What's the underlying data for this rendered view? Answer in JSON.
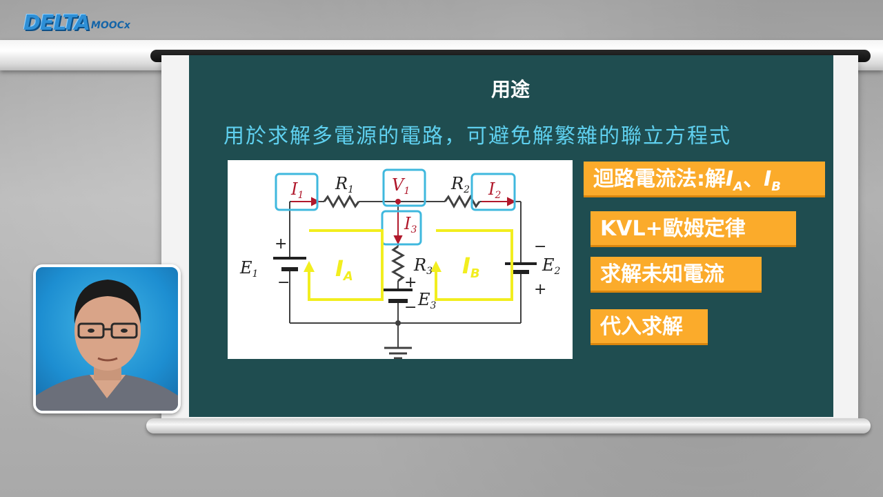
{
  "brand": {
    "logo_main": "DELTA",
    "logo_sub": "MOOCx"
  },
  "slide": {
    "title": "用途",
    "subtitle": "用於求解多電源的電路，可避免解繁雜的聯立方程式",
    "tags": {
      "loop_method": "迴路電流法:解",
      "loop_ia": "I",
      "loop_ia_sub": "A",
      "loop_sep": "、",
      "loop_ib": "I",
      "loop_ib_sub": "B",
      "kvl": "KVL+歐姆定律",
      "solve_current": "求解未知電流",
      "substitute": "代入求解"
    }
  },
  "circuit": {
    "labels": {
      "i1": "I",
      "i1_sub": "1",
      "r1": "R",
      "r1_sub": "1",
      "v1": "V",
      "v1_sub": "1",
      "r2": "R",
      "r2_sub": "2",
      "i2": "I",
      "i2_sub": "2",
      "i3": "I",
      "i3_sub": "3",
      "e1": "E",
      "e1_sub": "1",
      "r3": "R",
      "r3_sub": "3",
      "e3": "E",
      "e3_sub": "3",
      "e2": "E",
      "e2_sub": "2",
      "ia": "I",
      "ia_sub": "A",
      "ib": "I",
      "ib_sub": "B",
      "plus": "+",
      "minus": "−"
    },
    "colors": {
      "wire": "#404040",
      "current_arrow": "#b0182b",
      "highlight_box": "#3fb8de",
      "loop": "#f2ee1f"
    }
  }
}
